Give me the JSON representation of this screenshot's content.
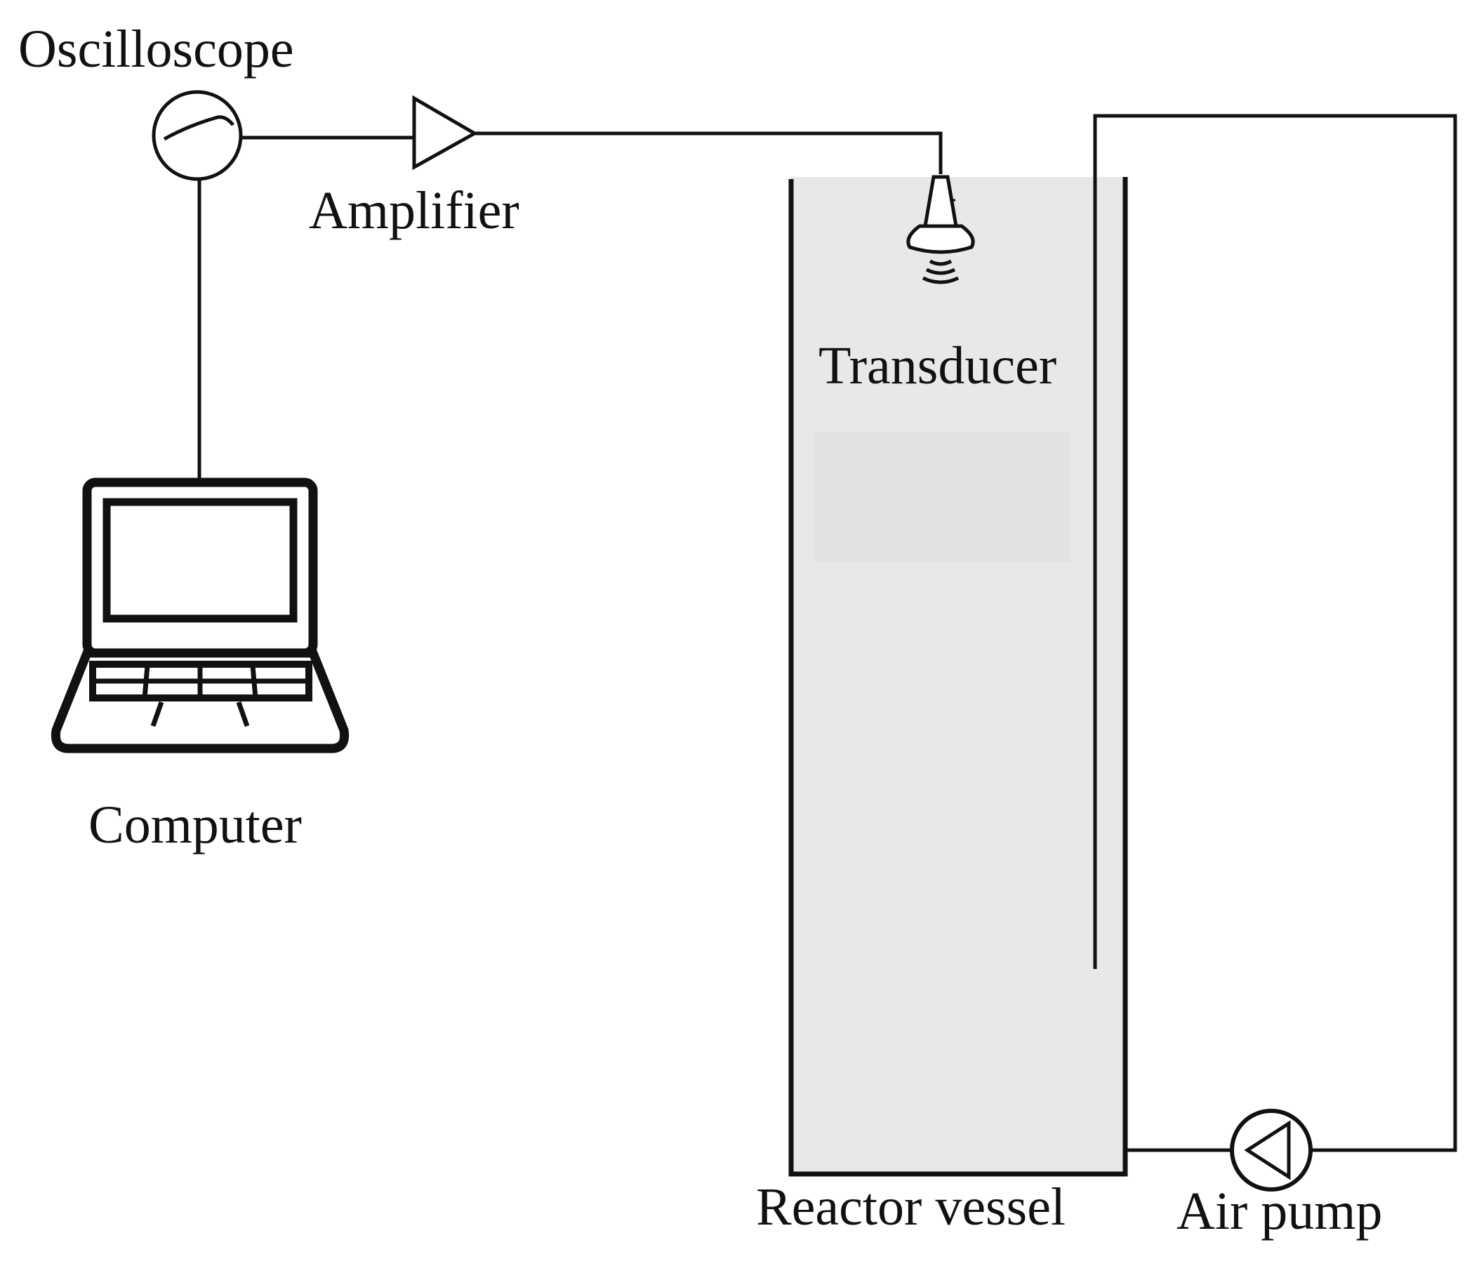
{
  "labels": {
    "oscilloscope": "Oscilloscope",
    "amplifier": "Amplifier",
    "transducer": "Transducer",
    "computer": "Computer",
    "reactor_vessel": "Reactor vessel",
    "air_pump": "Air pump"
  },
  "colors": {
    "line": "#111111",
    "vessel_fill": "#e8e8e8",
    "background": "#ffffff"
  },
  "icons": [
    "oscilloscope-icon",
    "amplifier-icon",
    "transducer-icon",
    "laptop-icon",
    "air-pump-icon"
  ]
}
